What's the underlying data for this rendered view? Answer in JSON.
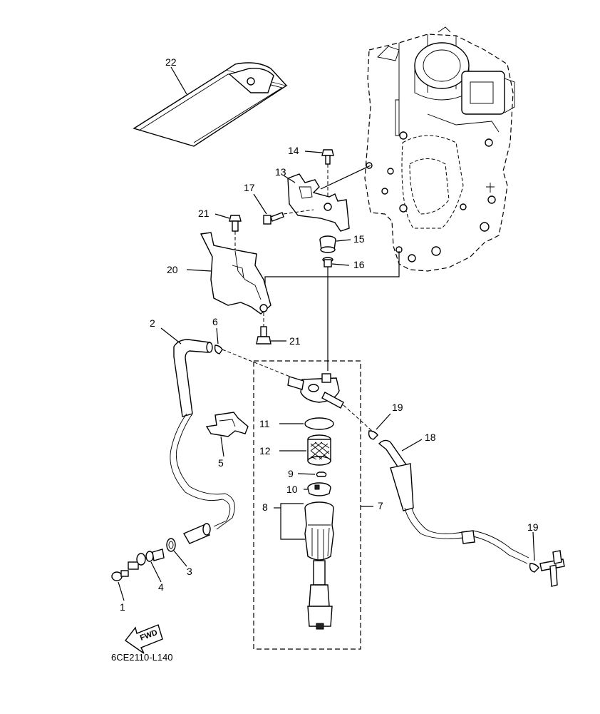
{
  "callouts": {
    "c1": "1",
    "c2": "2",
    "c3": "3",
    "c4": "4",
    "c5": "5",
    "c6": "6",
    "c7": "7",
    "c8": "8",
    "c9": "9",
    "c10": "10",
    "c11": "11",
    "c12": "12",
    "c13": "13",
    "c14": "14",
    "c15": "15",
    "c16": "16",
    "c17": "17",
    "c18": "18",
    "c19a": "19",
    "c19b": "19",
    "c20": "20",
    "c21a": "21",
    "c21b": "21",
    "c22": "22"
  },
  "fwd_label": "FWD",
  "diagram_code": "6CE2110-L140"
}
